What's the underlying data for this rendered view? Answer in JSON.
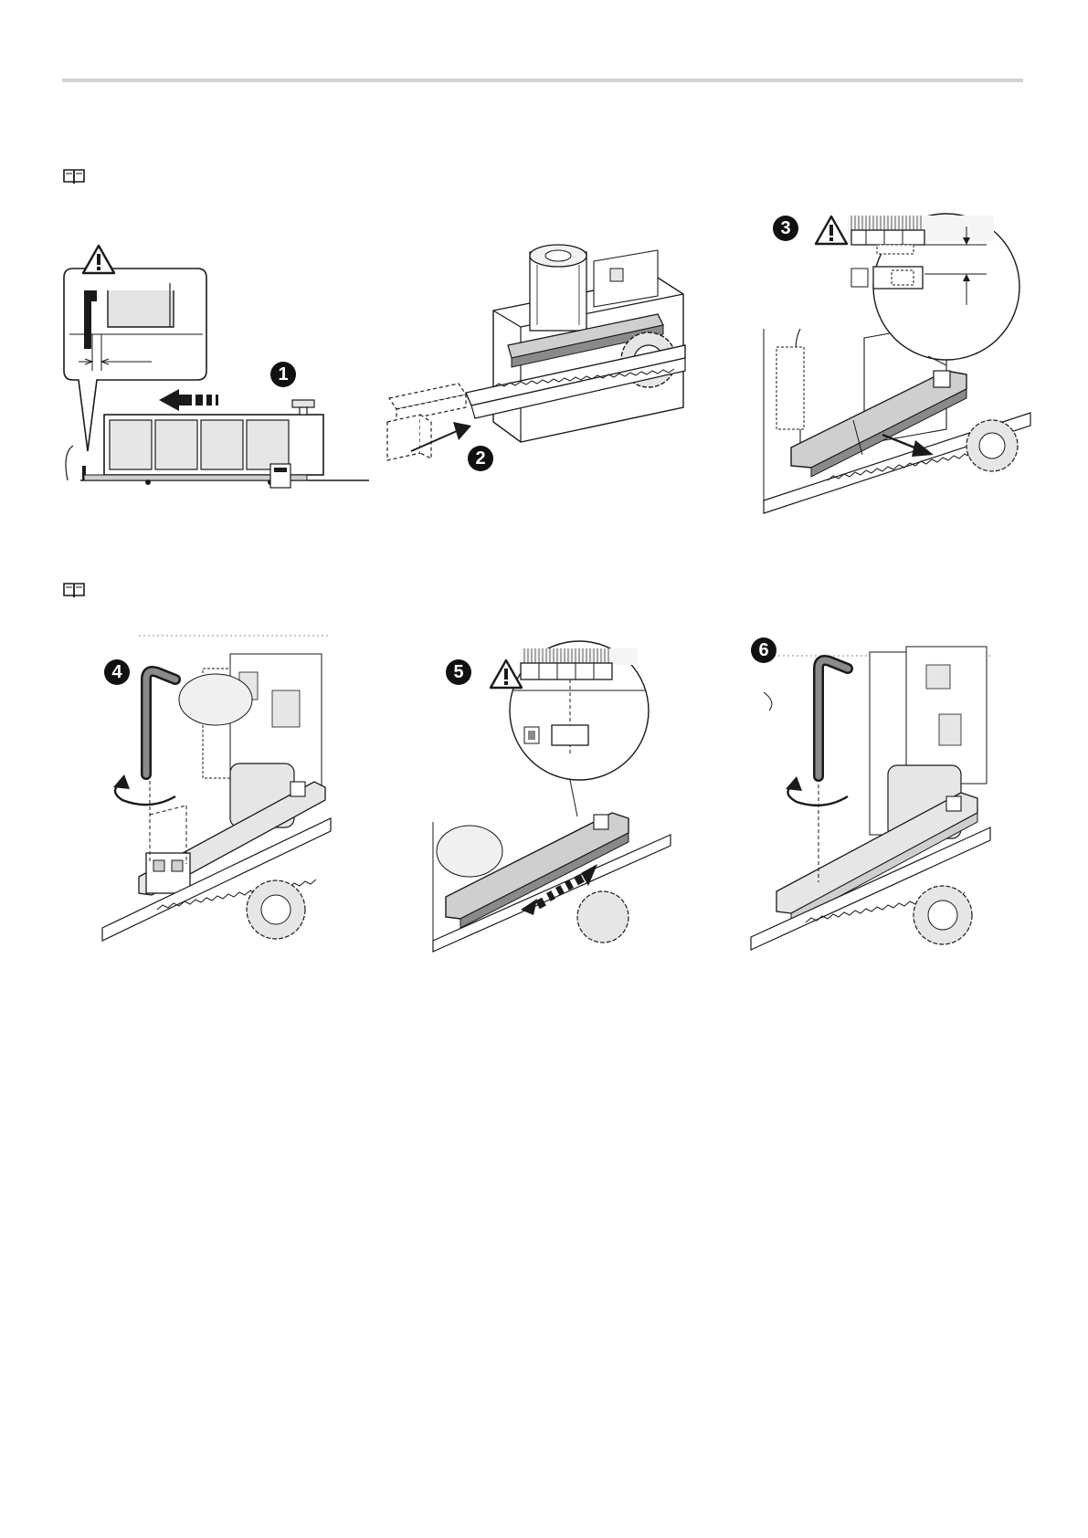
{
  "manual_sections": [
    {
      "id": "section-1",
      "icon": "book-icon",
      "figures": [
        {
          "step": "1",
          "icons": [
            "warning-icon",
            "arrow-left-icon"
          ],
          "subject": "gate-closed-position"
        },
        {
          "step": "2",
          "icons": [
            "arrow-icon"
          ],
          "subject": "rack-bracket-insertion"
        },
        {
          "step": "3",
          "icons": [
            "warning-icon",
            "arrow-icon"
          ],
          "subject": "limit-switch-cover-removal"
        }
      ]
    },
    {
      "id": "section-2",
      "icon": "book-icon",
      "figures": [
        {
          "step": "4",
          "icons": [
            "hex-key-icon",
            "rotate-icon"
          ],
          "subject": "loosen-screw"
        },
        {
          "step": "5",
          "icons": [
            "warning-icon",
            "double-arrow-icon"
          ],
          "subject": "slide-cam"
        },
        {
          "step": "6",
          "icons": [
            "hex-key-icon",
            "rotate-icon"
          ],
          "subject": "tighten-screw"
        }
      ]
    }
  ],
  "colors": {
    "ink": "#1a1a1a",
    "rule": "#d2d2d2",
    "fill_light": "#e6e6e6",
    "fill_mid": "#cfcfcf",
    "fill_dark": "#8a8a8a"
  }
}
